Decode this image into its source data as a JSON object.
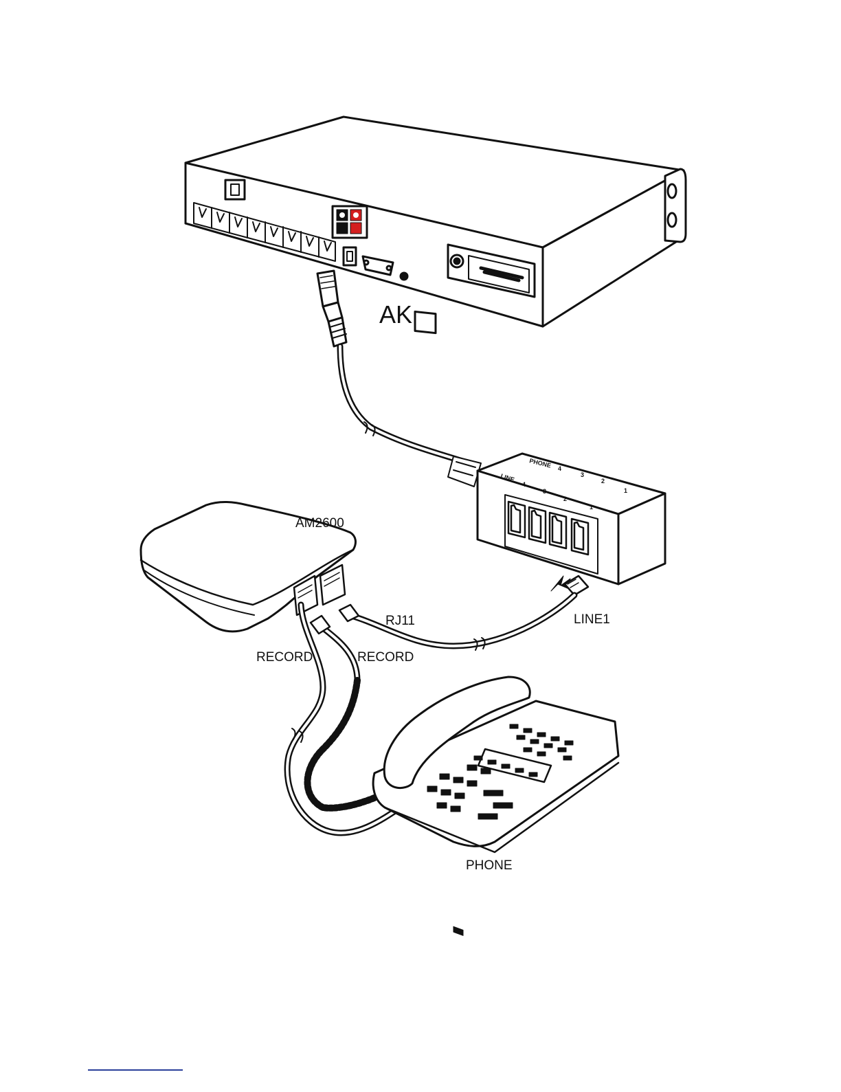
{
  "labels": {
    "ak": "AK",
    "am2600": "AM2600",
    "rj11": "RJ11",
    "line1": "LINE1",
    "record_left": "RECORD",
    "record_right": "RECORD",
    "phone": "PHONE"
  },
  "splitter": {
    "phone_label": "PHONE",
    "line_label": "LINE",
    "phone_ports": [
      "4",
      "3",
      "2",
      "1"
    ],
    "line_ports": [
      "4",
      "3",
      "2",
      "1"
    ]
  },
  "colors": {
    "stroke": "#111111",
    "fill": "#ffffff",
    "accent_red": "#d42020",
    "footer_line": "#2a3f9a"
  }
}
